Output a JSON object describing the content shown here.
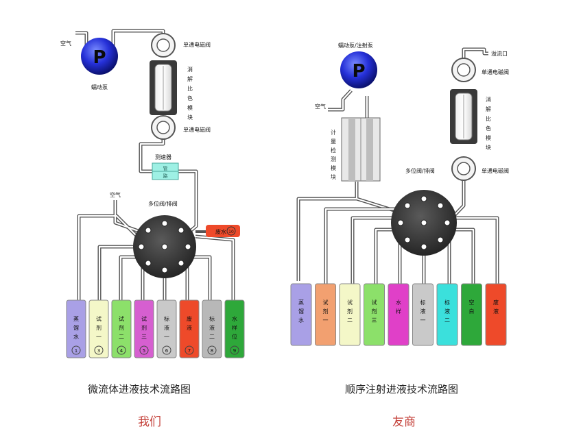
{
  "left": {
    "air_top": "空气",
    "pump_letter": "P",
    "pump_label": "蠕动泵",
    "valve_top": "单通电磁阀",
    "digestion": "消解比色模块",
    "valve_bottom": "单通电磁阀",
    "flow_meter": "测速器",
    "flow_meter_inner": [
      "管",
      "路"
    ],
    "air_mid": "空气",
    "multiport": "多位阀/排阀",
    "waste_tag": "废水",
    "waste_tag_num": "10",
    "bottles": [
      {
        "label": "蒸馏水",
        "num": "1",
        "color": "#a9a0e6"
      },
      {
        "label": "试剂一",
        "num": "3",
        "color": "#f4f7c8"
      },
      {
        "label": "试剂二",
        "num": "4",
        "color": "#8ce06a"
      },
      {
        "label": "试剂三",
        "num": "5",
        "color": "#d65fd0"
      },
      {
        "label": "标液一",
        "num": "6",
        "color": "#c9c9c9"
      },
      {
        "label": "废液",
        "num": "7",
        "color": "#ee4a2a"
      },
      {
        "label": "标液二",
        "num": "8",
        "color": "#b8b8b8"
      },
      {
        "label": "水样位",
        "num": "9",
        "color": "#2ea83a"
      }
    ],
    "caption": "微流体进液技术流路图",
    "sub": "我们"
  },
  "right": {
    "pump_letter": "P",
    "pump_label": "蠕动泵/注射泵",
    "air": "空气",
    "meter": "计量检测模块",
    "overflow": "溢流口",
    "valve_top": "单通电磁阀",
    "digestion": "消解比色模块",
    "multiport": "多位阀/排阀",
    "valve_bottom": "单通电磁阀",
    "bottles": [
      {
        "label": "蒸馏水",
        "color": "#a9a0e6"
      },
      {
        "label": "试剂一",
        "color": "#f2a070"
      },
      {
        "label": "试剂二",
        "color": "#f4f7c8"
      },
      {
        "label": "试剂三",
        "color": "#8ce06a"
      },
      {
        "label": "水样",
        "color": "#e040c8"
      },
      {
        "label": "标液一",
        "color": "#c9c9c9"
      },
      {
        "label": "标液二",
        "color": "#3be0dc"
      },
      {
        "label": "空白",
        "color": "#2ea83a"
      },
      {
        "label": "废液",
        "color": "#ee4a2a"
      }
    ],
    "caption": "顺序注射进液技术流路图",
    "sub": "友商"
  }
}
